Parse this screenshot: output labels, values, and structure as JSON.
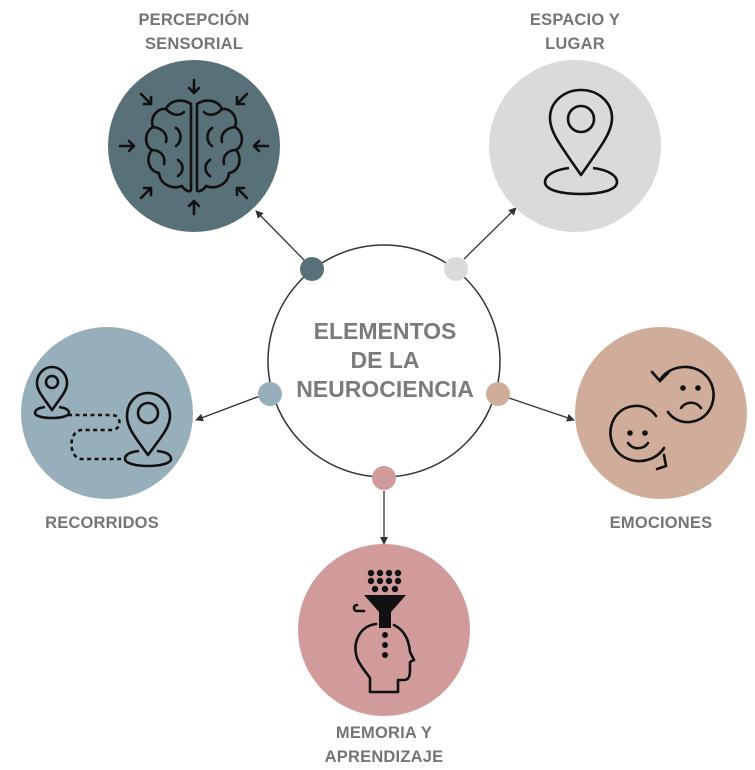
{
  "center": {
    "lines": [
      "ELEMENTOS",
      "DE LA",
      "NEUROCIENCIA"
    ]
  },
  "nodes": [
    {
      "key": "percepcion",
      "label": [
        "PERCEPCIÓN",
        "SENSORIAL"
      ],
      "color": "#587078",
      "icon": "brain-icon"
    },
    {
      "key": "espacio",
      "label": [
        "ESPACIO Y",
        "LUGAR"
      ],
      "color": "#dadada",
      "icon": "location-pin-icon"
    },
    {
      "key": "recorridos",
      "label": [
        "RECORRIDOS"
      ],
      "color": "#97aebb",
      "icon": "route-icon"
    },
    {
      "key": "emociones",
      "label": [
        "EMOCIONES"
      ],
      "color": "#cfad9a",
      "icon": "emotions-cycle-icon"
    },
    {
      "key": "memoria",
      "label": [
        "MEMORIA Y",
        "APRENDIZAJE"
      ],
      "color": "#d19b9b",
      "icon": "learning-head-icon"
    }
  ],
  "colors": {
    "label_text": "#757575",
    "line": "#333333"
  }
}
